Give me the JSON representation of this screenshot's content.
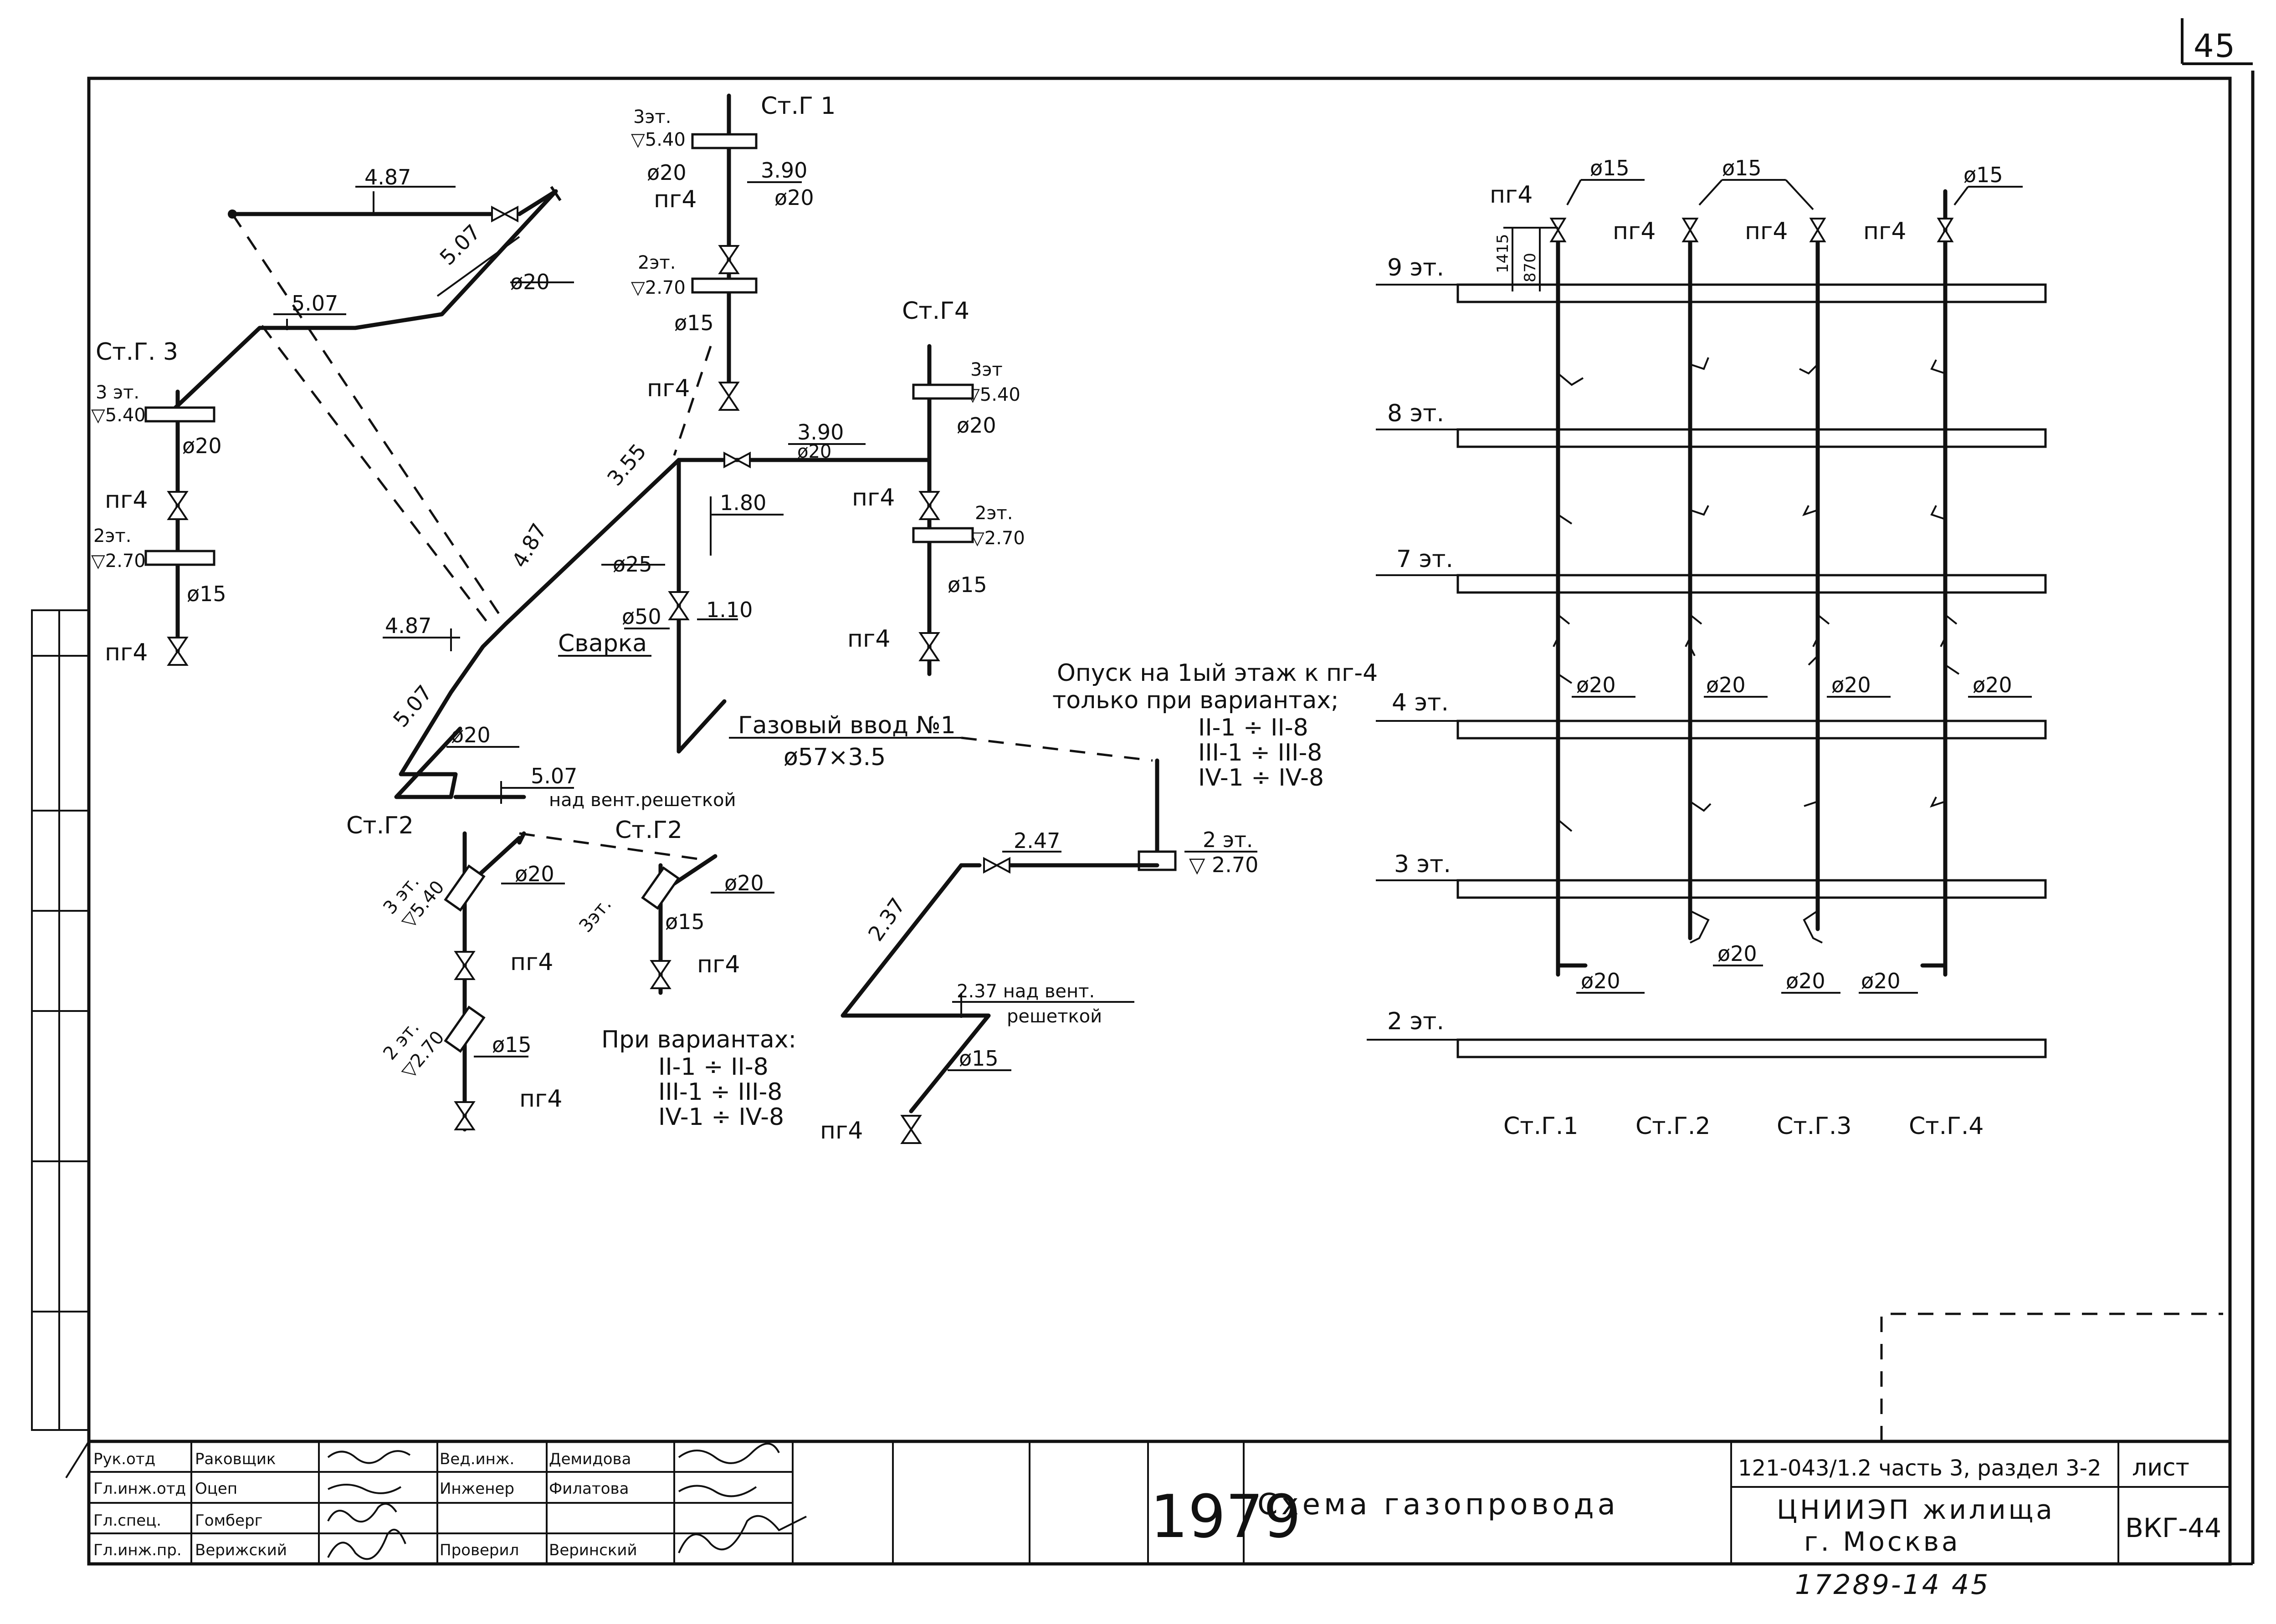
{
  "sheet": {
    "corner_number": "45",
    "stamp_footer": "17289-14   45"
  },
  "left_scheme": {
    "elev_top_pipe": "4.87",
    "elev_diag_upper": "5.07",
    "elev_mid_pipe": "5.07",
    "d20_upper": "ø20",
    "stg3": {
      "label": "Ст.Г. 3",
      "floor3": "3 эт.",
      "mark3": "▽5.40",
      "d20": "ø20",
      "valve1": "пг4",
      "floor2": "2эт.",
      "mark2": "▽2.70",
      "d15": "ø15",
      "valve2": "пг4"
    },
    "stg1": {
      "label": "Ст.Г 1",
      "floor3": "3эт.",
      "mark3": "▽5.40",
      "d20a": "ø20",
      "valve_a": "пг4",
      "elev": "3.90",
      "d20b": "ø20",
      "floor2": "2эт.",
      "mark2": "▽2.70",
      "d15": "ø15",
      "valve_b": "пг4"
    },
    "stg4": {
      "label": "Ст.Г4",
      "floor3": "3эт",
      "mark3": "▽5.40",
      "d20": "ø20",
      "valve1": "пг4",
      "floor2": "2эт.",
      "mark2": "▽2.70",
      "d15": "ø15",
      "valve2": "пг4"
    },
    "conn_elev": "3.90",
    "conn_d20": "ø20",
    "elev_355": "3.55",
    "elev_180": "1.80",
    "elev_487_diag": "4.87",
    "d25": "ø25",
    "d50": "ø50",
    "elev_110": "1.10",
    "weld": "Сварка",
    "elev_487_left": "4.87",
    "elev_507_left": "5.07",
    "d20_lower": "ø20",
    "gas_inlet": "Газовый ввод №1",
    "gas_inlet_size": "ø57×3.5",
    "elev_507_grate": "5.07",
    "above_grate": "над вент.решеткой",
    "stg2a": {
      "label": "Ст.Г2",
      "floor3": "3 эт.",
      "mark3": "▽5.40",
      "d20": "ø20",
      "valve1": "пг4",
      "floor2": "2 эт.",
      "mark2": "▽2.70",
      "d15": "ø15",
      "valve2": "пг4"
    },
    "stg2b": {
      "label": "Ст.Г2",
      "floor3": "3эт.",
      "d20": "ø20",
      "d15": "ø15",
      "valve": "пг4"
    },
    "variants_title": "При вариантах:",
    "variants_1": "II-1 ÷ II-8",
    "variants_2": "III-1 ÷ III-8",
    "variants_3": "IV-1 ÷ IV-8",
    "descent_title_1": "Опуск на 1ый этаж к пг-4",
    "descent_title_2": "только при вариантах;",
    "descent_1": "II-1 ÷ II-8",
    "descent_2": "III-1 ÷ III-8",
    "descent_3": "IV-1 ÷ IV-8",
    "right_elev_247": "2.47",
    "right_floor2": "2 эт.",
    "right_mark2": "▽ 2.70",
    "right_elev_237": "2.37",
    "right_elev_237b": "2.37 над вент.",
    "right_grate": "решеткой",
    "right_d15": "ø15",
    "right_valve": "пг4"
  },
  "right_scheme": {
    "floors": [
      "9 эт.",
      "8 эт.",
      "7 эт.",
      "4 эт.",
      "3 эт.",
      "2 эт."
    ],
    "valve_labels": [
      "пг4",
      "пг4",
      "пг4",
      "пг4"
    ],
    "d15_labels": [
      "ø15",
      "ø15",
      "ø15"
    ],
    "dims": [
      "1415",
      "870"
    ],
    "d20_4fl": [
      "ø20",
      "ø20",
      "ø20",
      "ø20"
    ],
    "d20_bottom": [
      "ø20",
      "ø20",
      "ø20",
      "ø20"
    ],
    "risers": [
      "Ст.Г.1",
      "Ст.Г.2",
      "Ст.Г.3",
      "Ст.Г.4"
    ]
  },
  "title_block": {
    "roles": [
      "Рук.отд",
      "Гл.инж.отд",
      "Гл.спец.",
      "Гл.инж.пр."
    ],
    "names": [
      "Раковщик",
      "Оцеп",
      "Гомберг",
      "Верижский"
    ],
    "roles2": [
      "Вед.инж.",
      "Инженер",
      "",
      "Проверил"
    ],
    "names2": [
      "Демидова",
      "Филатова",
      "",
      "Веринский"
    ],
    "year": "1979",
    "title": "Схема газопровода",
    "code": "121-043/1.2 часть 3, раздел 3-2",
    "org1": "ЦНИИЭП жилища",
    "org2": "г. Москва",
    "sheet_label": "лист",
    "sheet_no": "ВКГ-44"
  }
}
